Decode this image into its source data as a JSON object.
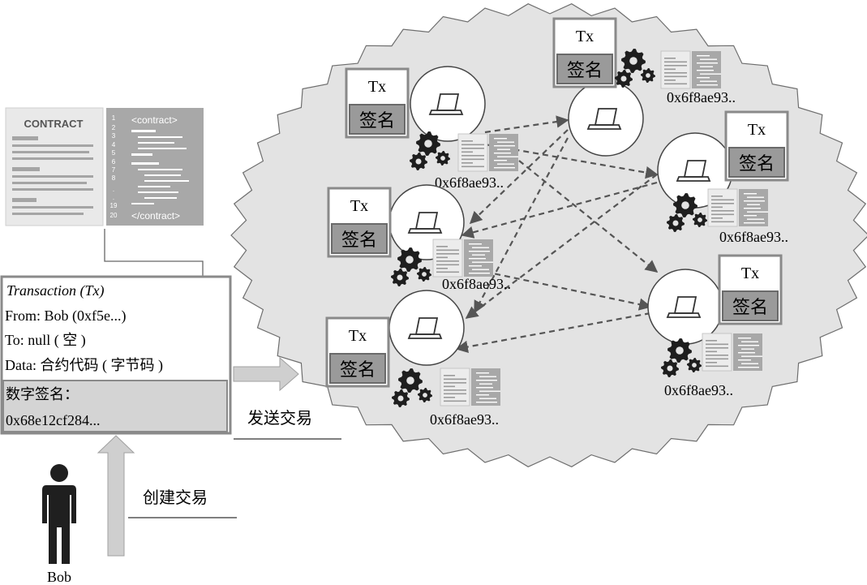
{
  "contract_doc": {
    "title": "CONTRACT",
    "code_open": "<contract>",
    "code_close": "</contract>",
    "line_numbers": [
      "1",
      "2",
      "3",
      "4",
      "5",
      "6",
      "7",
      "8",
      ".",
      ".",
      "19",
      "20"
    ]
  },
  "transaction_box": {
    "title": "Transaction (Tx)",
    "from": "From: Bob (0xf5e...)",
    "to": "To: null ( 空 )",
    "data": "Data: 合约代码 ( 字节码 )",
    "signature_label": "数字签名：",
    "signature_value": "0x68e12cf284..."
  },
  "labels": {
    "send_tx": "发送交易",
    "create_tx": "创建交易",
    "person": "Bob"
  },
  "nodes": [
    {
      "tx": "Tx",
      "sign": "签名",
      "hash": "0x6f8ae93.."
    },
    {
      "tx": "Tx",
      "sign": "签名",
      "hash": "0x6f8ae93.."
    },
    {
      "tx": "Tx",
      "sign": "签名",
      "hash": "0x6f8ae93.."
    },
    {
      "tx": "Tx",
      "sign": "签名",
      "hash": "0x6f8ae93.."
    },
    {
      "tx": "Tx",
      "sign": "签名",
      "hash": "0x6f8ae93.."
    },
    {
      "tx": "Tx",
      "sign": "签名",
      "hash": "0x6f8ae93.."
    }
  ],
  "colors": {
    "cloud_fill": "#e3e3e3",
    "cloud_stroke": "#6e6e6e",
    "box_border": "#8a8a8a",
    "sign_fill": "#9a9a9a",
    "dashed_arrow": "#555555",
    "code_panel": "#a8a8a8",
    "person": "#1f1f1f"
  }
}
